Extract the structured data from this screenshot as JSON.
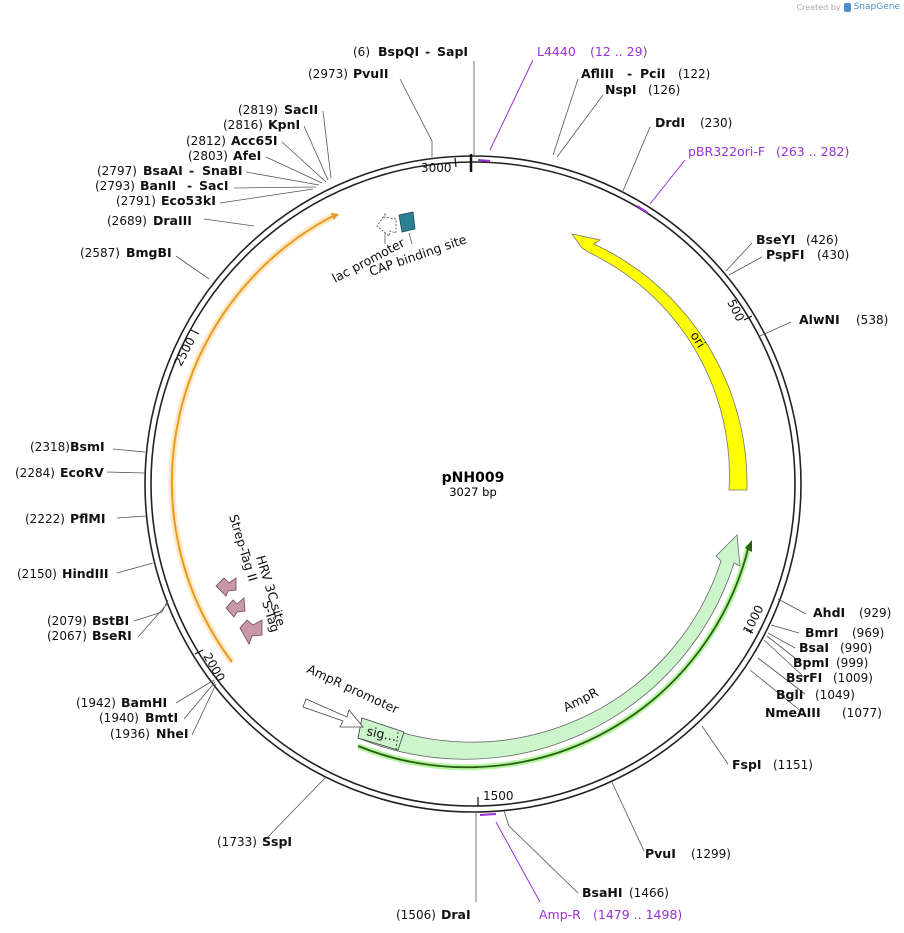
{
  "credit": {
    "created_by": "Created by",
    "brand": "SnapGene"
  },
  "plasmid": {
    "name": "pNH009",
    "length": 3027,
    "length_label": "3027 bp"
  },
  "ticks": [
    {
      "pos": 500,
      "label": "500"
    },
    {
      "pos": 1000,
      "label": "1000"
    },
    {
      "pos": 1500,
      "label": "1500"
    },
    {
      "pos": 2000,
      "label": "2000"
    },
    {
      "pos": 2500,
      "label": "2500"
    },
    {
      "pos": 3000,
      "label": "3000"
    }
  ],
  "sites": [
    {
      "name": "BspQI",
      "name2": "SapI",
      "num": "(6)"
    },
    {
      "name": "PvuII",
      "num": "(2973)"
    },
    {
      "name": "AflIII",
      "name2": "PciI",
      "num": "(122)"
    },
    {
      "name": "NspI",
      "num": "(126)"
    },
    {
      "name": "DrdI",
      "num": "(230)"
    },
    {
      "name": "SacII",
      "num": "(2819)"
    },
    {
      "name": "KpnI",
      "num": "(2816)"
    },
    {
      "name": "Acc65I",
      "num": "(2812)"
    },
    {
      "name": "AfeI",
      "num": "(2803)"
    },
    {
      "name": "BsaAI",
      "name2": "SnaBI",
      "num": "(2797)"
    },
    {
      "name": "BanII",
      "name2": "SacI",
      "num": "(2793)"
    },
    {
      "name": "Eco53kI",
      "num": "(2791)"
    },
    {
      "name": "DraIII",
      "num": "(2689)"
    },
    {
      "name": "BmgBI",
      "num": "(2587)"
    },
    {
      "name": "BseYI",
      "num": "(426)"
    },
    {
      "name": "PspFI",
      "num": "(430)"
    },
    {
      "name": "AlwNI",
      "num": "(538)"
    },
    {
      "name": "BsmI",
      "num": "(2318)"
    },
    {
      "name": "EcoRV",
      "num": "(2284)"
    },
    {
      "name": "PflMI",
      "num": "(2222)"
    },
    {
      "name": "HindIII",
      "num": "(2150)"
    },
    {
      "name": "BstBI",
      "num": "(2079)"
    },
    {
      "name": "BseRI",
      "num": "(2067)"
    },
    {
      "name": "AhdI",
      "num": "(929)"
    },
    {
      "name": "BmrI",
      "num": "(969)"
    },
    {
      "name": "BsaI",
      "num": "(990)"
    },
    {
      "name": "BpmI",
      "num": "(999)"
    },
    {
      "name": "BsrFI",
      "num": "(1009)"
    },
    {
      "name": "BglI",
      "num": "(1049)"
    },
    {
      "name": "NmeAIII",
      "num": "(1077)"
    },
    {
      "name": "FspI",
      "num": "(1151)"
    },
    {
      "name": "BamHI",
      "num": "(1942)"
    },
    {
      "name": "BmtI",
      "num": "(1940)"
    },
    {
      "name": "NheI",
      "num": "(1936)"
    },
    {
      "name": "PvuI",
      "num": "(1299)"
    },
    {
      "name": "SspI",
      "num": "(1733)"
    },
    {
      "name": "BsaHI",
      "num": "(1466)"
    },
    {
      "name": "DraI",
      "num": "(1506)"
    }
  ],
  "primers": [
    {
      "name": "L4440",
      "range": "(12 .. 29)"
    },
    {
      "name": "pBR322ori-F",
      "range": "(263 .. 282)"
    },
    {
      "name": "Amp-R",
      "range": "(1479 .. 1498)"
    }
  ],
  "features": {
    "ori": "ori",
    "ampr": "AmpR",
    "sig": "sig…",
    "ampr_promoter": "AmpR promoter",
    "lac_promoter": "lac promoter",
    "cap_site": "CAP binding site",
    "hrv": "HRV 3C site",
    "strep": "Strep-Tag II",
    "stag": "S-Tag"
  },
  "colors": {
    "ori": "#ffff00",
    "ampr": "#ccf5cc",
    "primer": "#9b30d9",
    "orange_arc": "#f3a32b",
    "green_arc": "#3a7a1a",
    "tag": "#c997aa",
    "cap": "#2d7f94"
  }
}
